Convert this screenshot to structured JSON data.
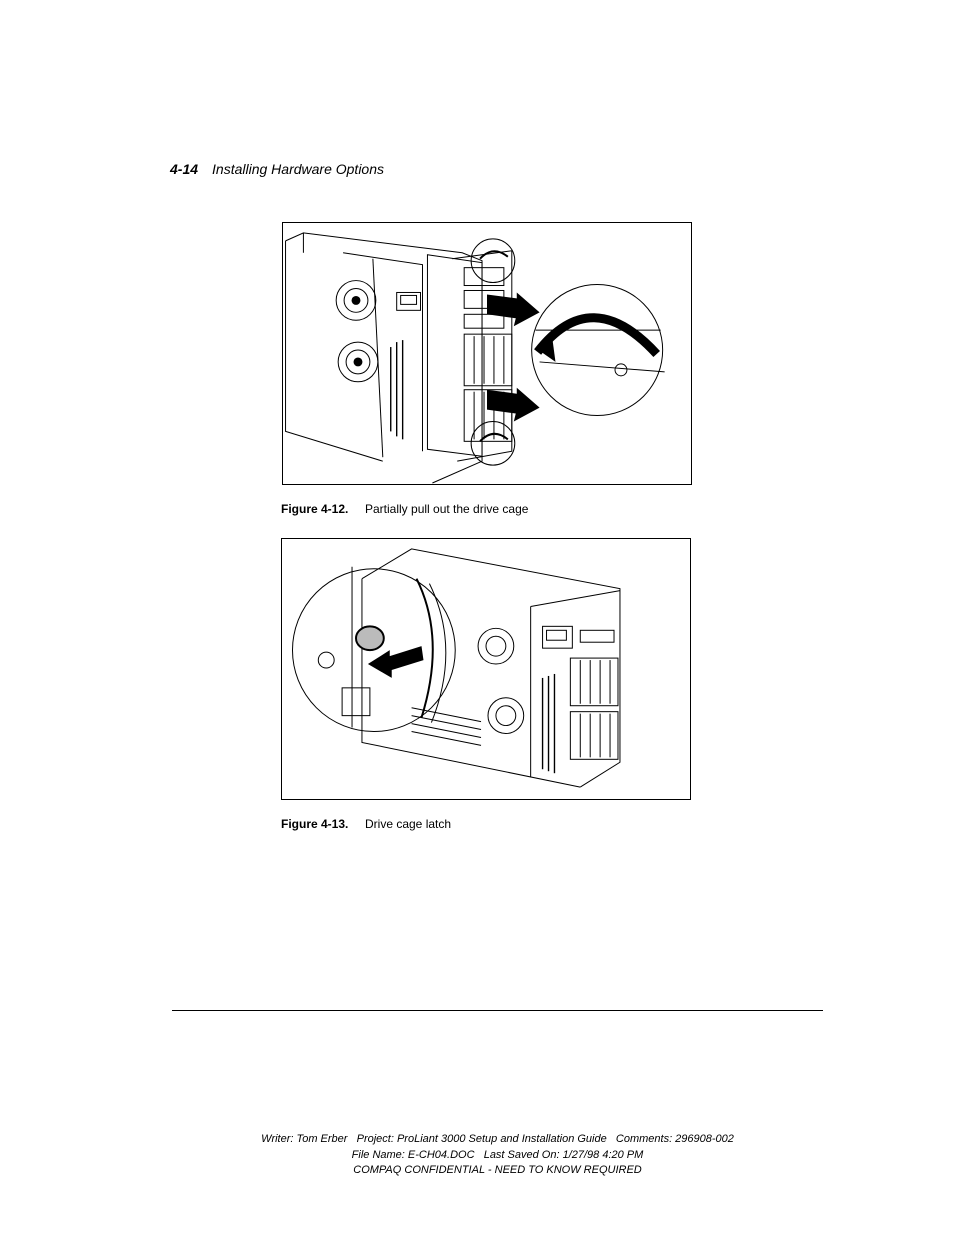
{
  "header": {
    "page_number": "4-14",
    "chapter_title": "Installing Hardware Options"
  },
  "figures": [
    {
      "label": "Figure 4-12.",
      "caption": "Partially pull out the drive cage"
    },
    {
      "label": "Figure 4-13.",
      "caption": "Drive cage latch"
    }
  ],
  "footer": {
    "line1": "Writer: Tom Erber   Project: ProLiant 3000 Setup and Installation Guide   Comments: 296908-002",
    "line2": "File Name: E-CH04.DOC   Last Saved On: 1/27/98 4:20 PM",
    "line3": "COMPAQ CONFIDENTIAL - NEED TO KNOW REQUIRED"
  }
}
